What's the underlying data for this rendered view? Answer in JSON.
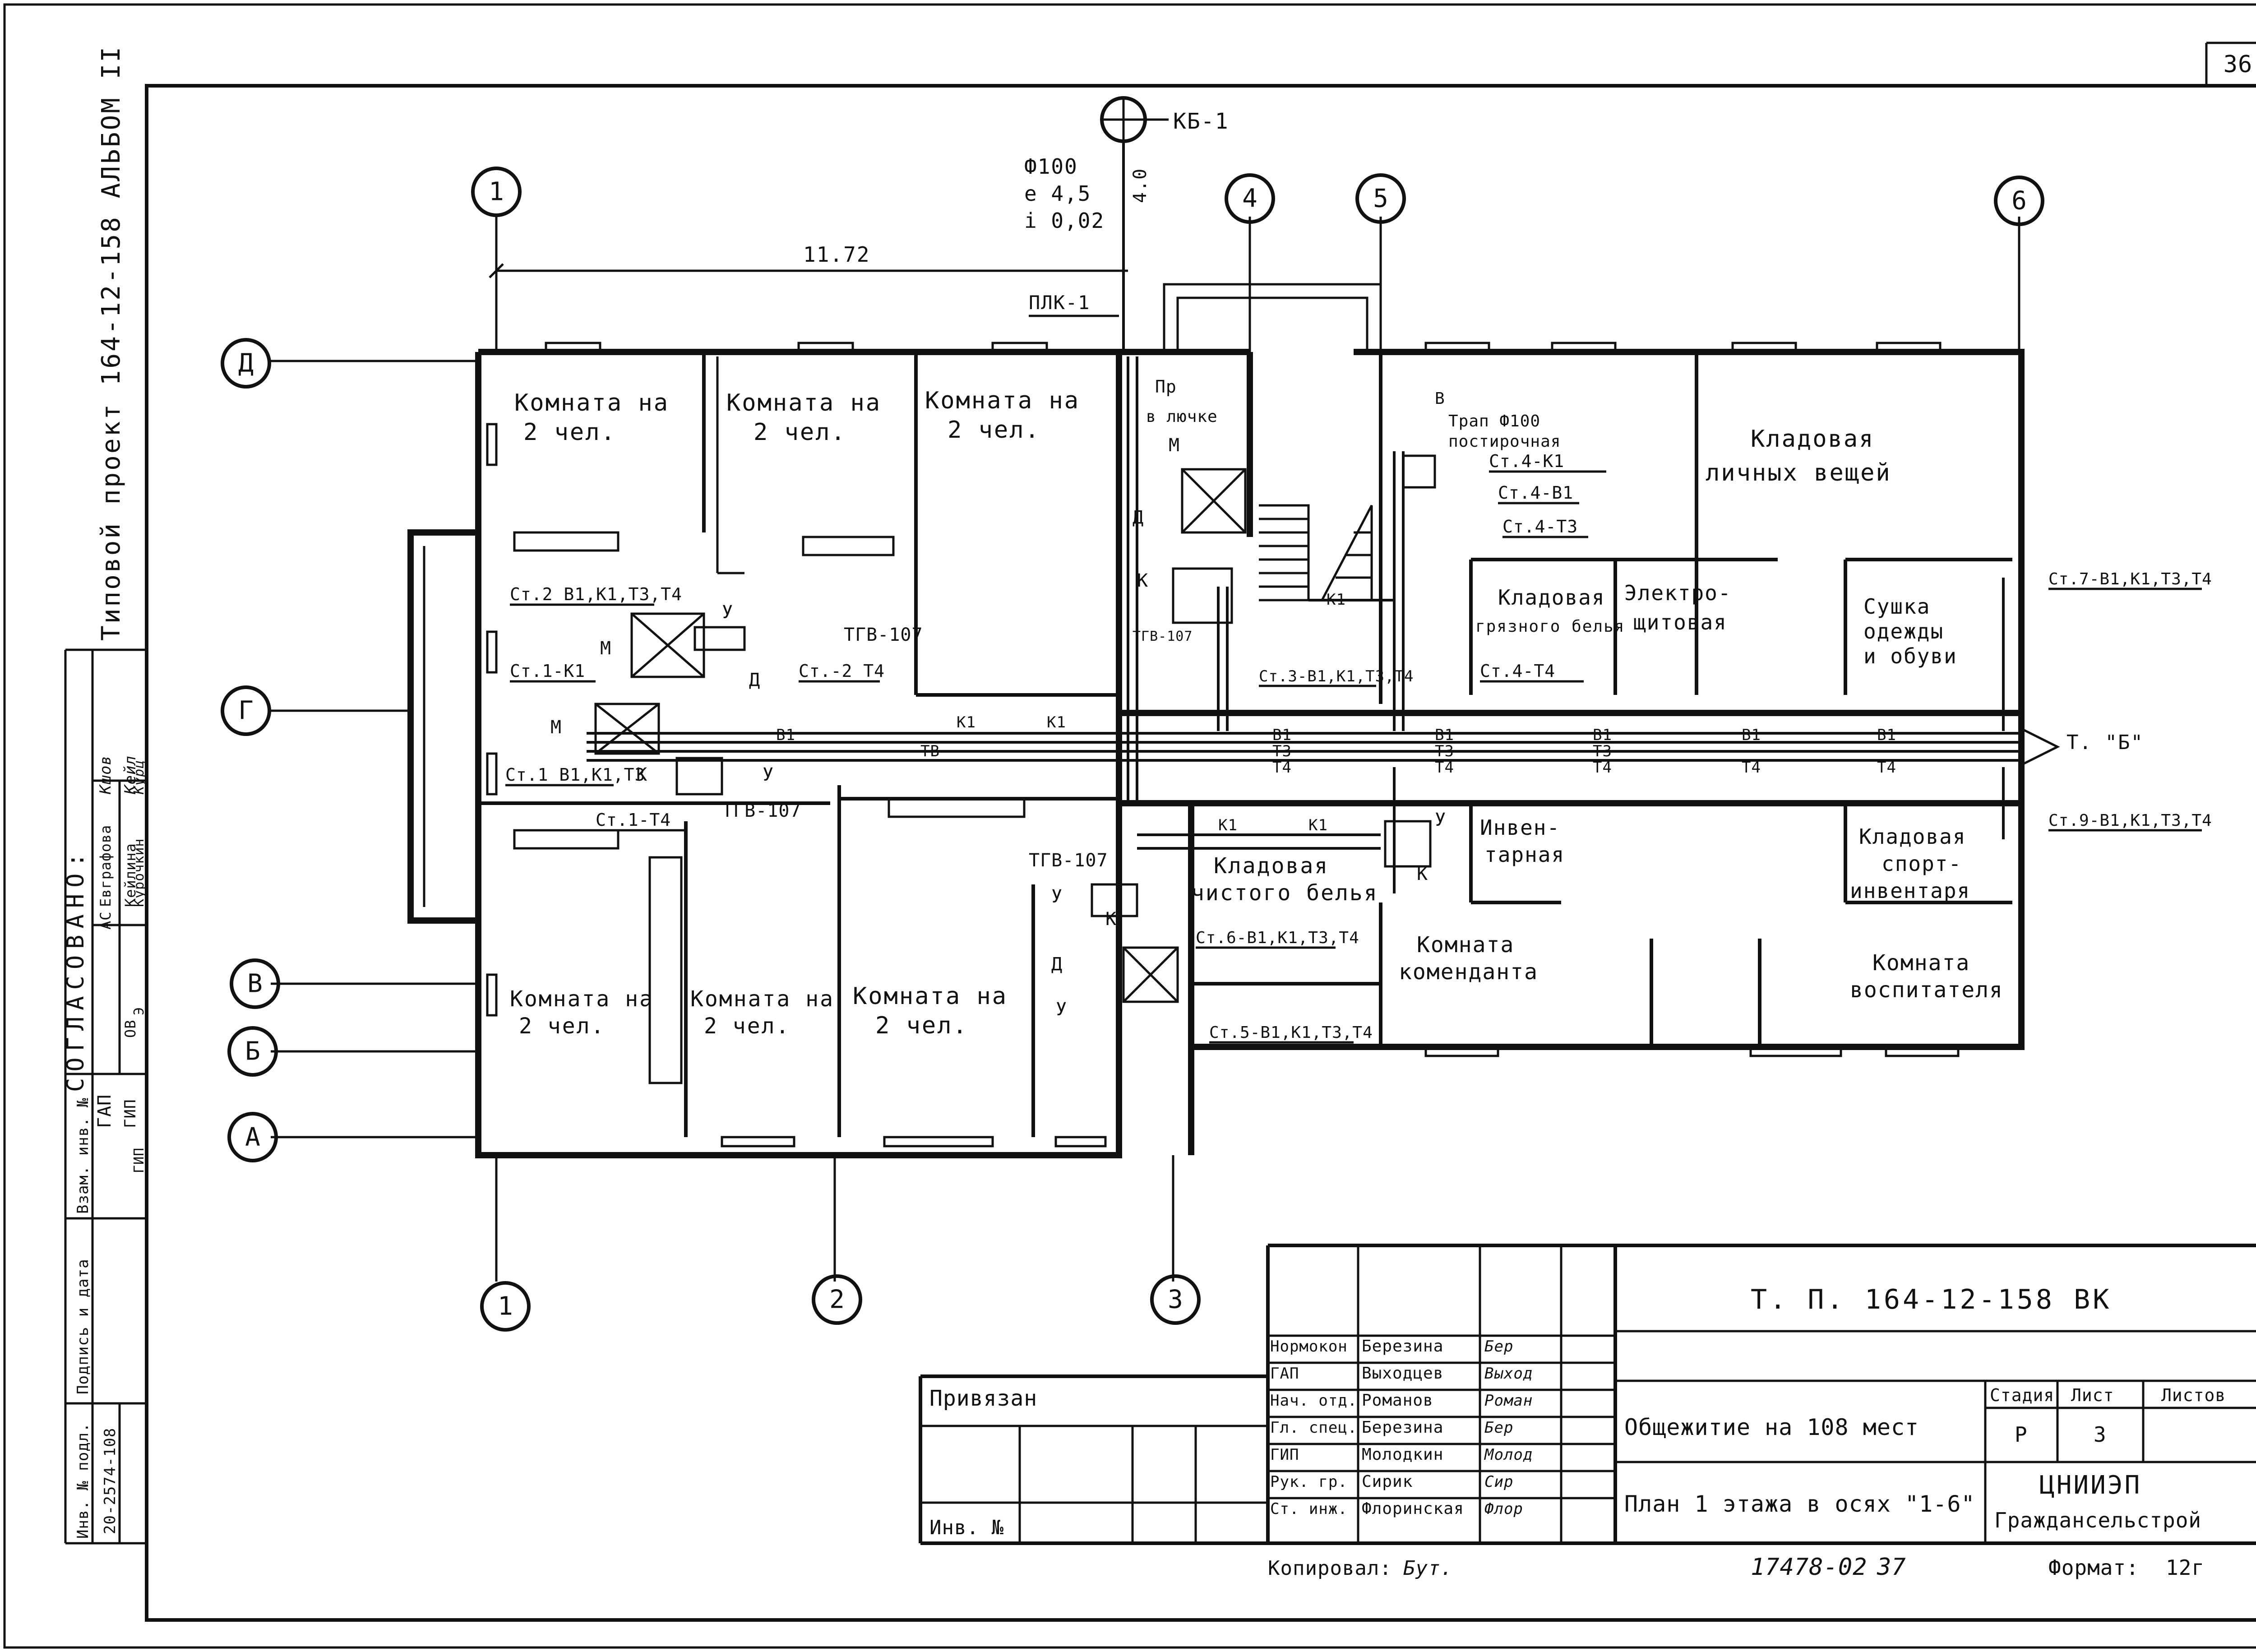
{
  "sheet": {
    "page_number": "36",
    "vertical_title": "Типовой проект 164-12-158  АЛЬБОМ II",
    "copied_by_label": "Копировал:",
    "copied_by_sign": "Бут.",
    "inventory_number": "17478-02",
    "page_ref": "37",
    "format_label": "Формат:",
    "format_value": "12г"
  },
  "approval": {
    "title": "СОГЛАСОВАНО:",
    "rows": [
      {
        "role": "ГАП",
        "dept": "АС",
        "name": "Евграфова",
        "sign": "Кшов"
      },
      {
        "role": "ГИП",
        "dept": "ОВ",
        "name": "Кейлина",
        "sign": "Кейл"
      },
      {
        "role": "ГИП",
        "dept": "Э",
        "name": "Курочкин",
        "sign": "Курц"
      }
    ]
  },
  "side_stamp": {
    "col1": "Инв. № подл.",
    "col2": "Подпись и дата",
    "col3": "Взам. инв. №",
    "inv_value": "20-2574-108"
  },
  "axes": {
    "vertical": [
      "1",
      "2",
      "3",
      "4",
      "5",
      "6"
    ],
    "bottom": [
      "1",
      "2",
      "3"
    ],
    "horizontal": [
      "Д",
      "Г",
      "В",
      "Б",
      "А"
    ]
  },
  "dimensions": {
    "span_1_4": "11.72",
    "pipe_diameter": "Ф100",
    "pipe_length": "е 4,5",
    "pipe_slope": "i 0,02",
    "distance": "4.0"
  },
  "wells": {
    "kb1": "КБ-1",
    "plk1": "ПЛК-1"
  },
  "rooms": [
    {
      "line1": "Комната на",
      "line2": "2 чел."
    },
    {
      "line1": "Комната на",
      "line2": "2 чел."
    },
    {
      "line1": "Комната на",
      "line2": "2 чел."
    },
    {
      "line1": "Кладовая",
      "line2": "личных вещей"
    },
    {
      "line1": "Кладовая",
      "line2": "грязного белья"
    },
    {
      "line1": "Электро-",
      "line2": "щитовая"
    },
    {
      "line1": "Сушка",
      "line2": "одежды",
      "line3": "и обуви"
    },
    {
      "line1": "Кладовая",
      "line2": "чистого белья"
    },
    {
      "line1": "Инвен-",
      "line2": "тарная"
    },
    {
      "line1": "Кладовая",
      "line2": "спорт-",
      "line3": "инвентаря"
    },
    {
      "line1": "Комната",
      "line2": "коменданта"
    },
    {
      "line1": "Комната",
      "line2": "воспитателя"
    },
    {
      "line1": "Комната на",
      "line2": "2 чел."
    },
    {
      "line1": "Комната на",
      "line2": "2 чел."
    },
    {
      "line1": "Комната на",
      "line2": "2 чел."
    }
  ],
  "risers": {
    "st1_k1": "Ст.1-К1",
    "st1_b1": "Ст.1 В1,К1,Т3",
    "st1_t4": "Ст.1-Т4",
    "st2": "Ст.2 В1,К1,Т3,Т4",
    "st2_t4": "Ст.-2 Т4",
    "st3": "Ст.3-В1,К1,Т3,Т4",
    "st4_k1": "Ст.4-К1",
    "st4_b1": "Ст.4-В1",
    "st4_t3": "Ст.4-Т3",
    "st4_t4": "Ст.4-Т4",
    "st5": "Ст.5-В1,К1,Т3,Т4",
    "st6": "Ст.6-В1,К1,Т3,Т4",
    "st7": "Ст.7-В1,К1,Т3,Т4",
    "st9": "Ст.9-В1,К1,Т3,Т4"
  },
  "fixtures": {
    "tgv": "ТГВ-107",
    "trap_line1": "Трап Ф100",
    "trap_line2": "постирочная",
    "hatch_line1": "Пр",
    "hatch_line2": "в лючке",
    "to_b": "Т. \"Б\"",
    "u": "У",
    "m": "М",
    "d": "Д",
    "k": "К",
    "v": "В"
  },
  "pipe_codes": {
    "b1": "В1",
    "k1": "К1",
    "t3": "Т3",
    "t4": "Т4",
    "tb": "ТВ"
  },
  "title_block": {
    "project_code": "Т. П.  164-12-158   ВК",
    "linked": "Привязан",
    "inv_label": "Инв. №",
    "people": [
      {
        "role": "Нормокон",
        "name": "Березина",
        "sign": "Бер"
      },
      {
        "role": "ГАП",
        "name": "Выходцев",
        "sign": "Выход"
      },
      {
        "role": "Нач. отд.",
        "name": "Романов",
        "sign": "Роман"
      },
      {
        "role": "Гл. спец.",
        "name": "Березина",
        "sign": "Бер"
      },
      {
        "role": "ГИП",
        "name": "Молодкин",
        "sign": "Молод"
      },
      {
        "role": "Рук. гр.",
        "name": "Сирик",
        "sign": "Сир"
      },
      {
        "role": "Ст. инж.",
        "name": "Флоринская",
        "sign": "Флор"
      }
    ],
    "building": "Общежитие на 108 мест",
    "sheet_title": "План 1 этажа в осях \"1-6\"",
    "stage_label": "Стадия",
    "sheet_label": "Лист",
    "sheets_label": "Листов",
    "stage_value": "Р",
    "sheet_value": "3",
    "org_line1": "ЦНИИЭП",
    "org_line2": "Граждансельстрой"
  }
}
